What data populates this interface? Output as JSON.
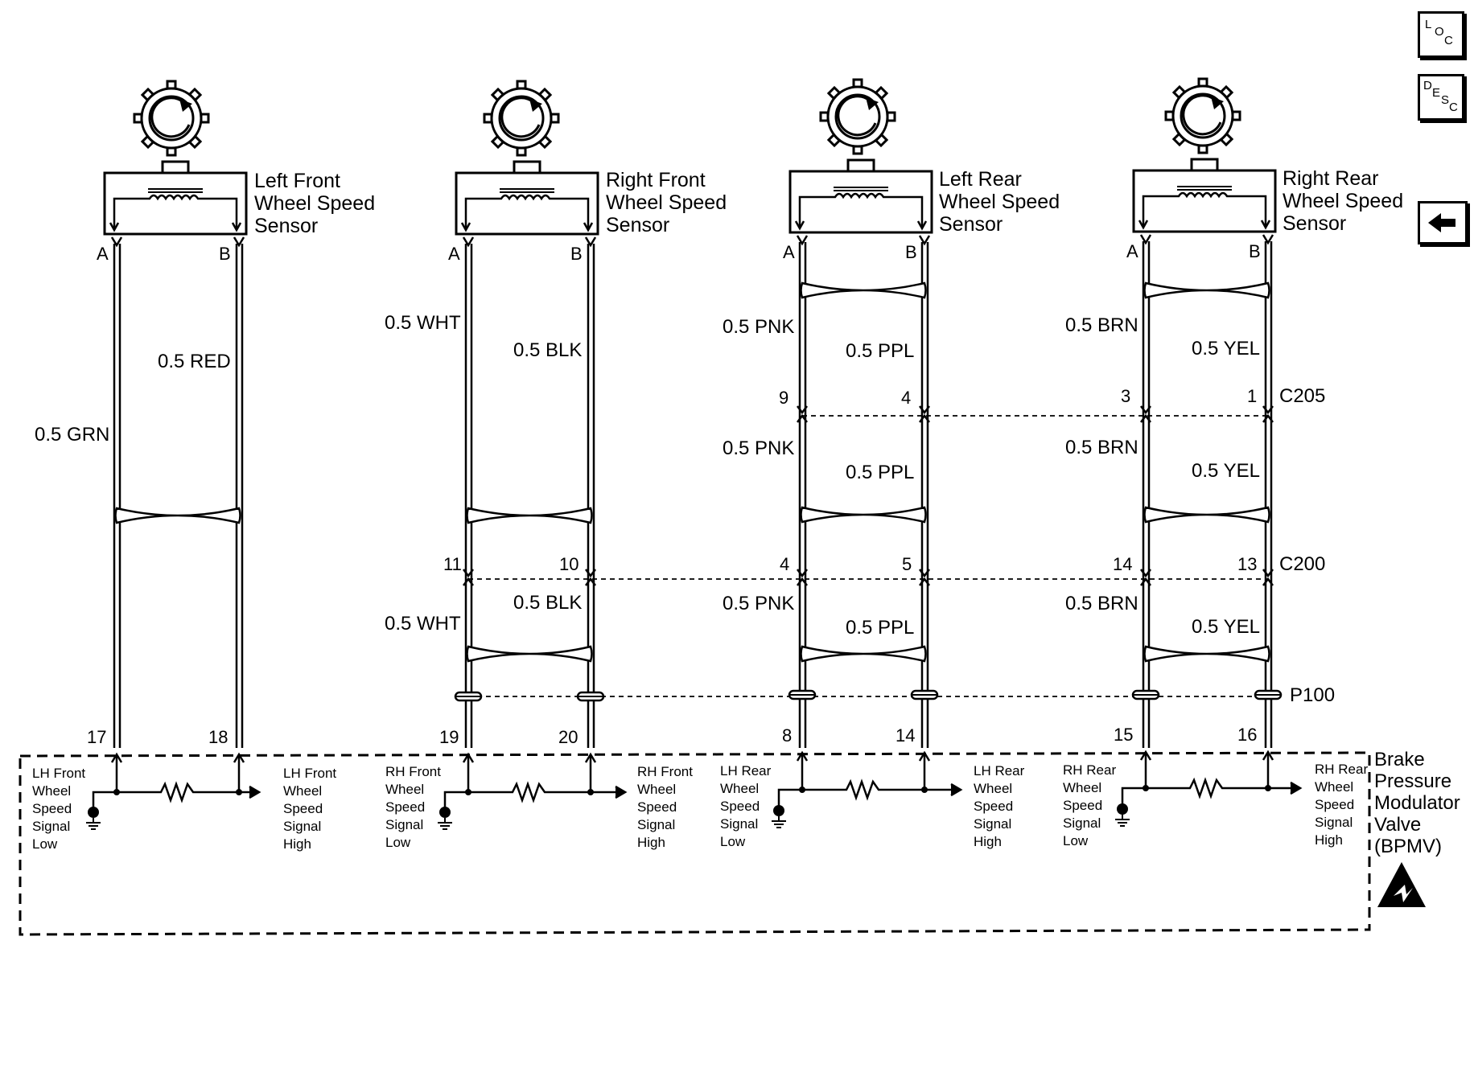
{
  "nav": {
    "loc": [
      "L",
      "O",
      "C"
    ],
    "desc": [
      "D",
      "E",
      "S",
      "C"
    ],
    "back_icon": "left-arrow-icon"
  },
  "sensors": [
    {
      "title": [
        "Left Front",
        "Wheel Speed",
        "Sensor"
      ],
      "term_a": "A",
      "term_b": "B"
    },
    {
      "title": [
        "Right Front",
        "Wheel Speed",
        "Sensor"
      ],
      "term_a": "A",
      "term_b": "B"
    },
    {
      "title": [
        "Left Rear",
        "Wheel Speed",
        "Sensor"
      ],
      "term_a": "A",
      "term_b": "B"
    },
    {
      "title": [
        "Right Rear",
        "Wheel Speed",
        "Sensor"
      ],
      "term_a": "A",
      "term_b": "B"
    }
  ],
  "wires": {
    "lf": {
      "a": "0.5 GRN",
      "b": "0.5 RED"
    },
    "rf": {
      "a_upper": "0.5 WHT",
      "b_upper": "0.5 BLK",
      "a_lower": "0.5 WHT",
      "b_lower": "0.5 BLK"
    },
    "lr": {
      "a_1": "0.5 PNK",
      "b_1": "0.5 PPL",
      "a_2": "0.5 PNK",
      "b_2": "0.5 PPL",
      "a_3": "0.5 PNK",
      "b_3": "0.5 PPL"
    },
    "rr": {
      "a_1": "0.5 BRN",
      "b_1": "0.5 YEL",
      "a_2": "0.5 BRN",
      "b_2": "0.5 YEL",
      "a_3": "0.5 BRN",
      "b_3": "0.5 YEL"
    }
  },
  "connectors": {
    "c205": {
      "name": "C205",
      "pins": [
        "9",
        "4",
        "3",
        "1"
      ]
    },
    "c200": {
      "name": "C200",
      "pins": [
        "11",
        "10",
        "4",
        "5",
        "14",
        "13"
      ]
    },
    "p100": {
      "name": "P100"
    }
  },
  "module": {
    "pins": [
      "17",
      "18",
      "19",
      "20",
      "8",
      "14",
      "15",
      "16"
    ],
    "name": [
      "Brake",
      "Pressure",
      "Modulator",
      "Valve",
      "(BPMV)"
    ],
    "esd_icon": "esd-warning-icon",
    "inputs": [
      {
        "low": [
          "LH Front",
          "Wheel",
          "Speed",
          "Signal",
          "Low"
        ],
        "high": [
          "LH Front",
          "Wheel",
          "Speed",
          "Signal",
          "High"
        ]
      },
      {
        "low": [
          "RH Front",
          "Wheel",
          "Speed",
          "Signal",
          "Low"
        ],
        "high": [
          "RH Front",
          "Wheel",
          "Speed",
          "Signal",
          "High"
        ]
      },
      {
        "low": [
          "LH Rear",
          "Wheel",
          "Speed",
          "Signal",
          "Low"
        ],
        "high": [
          "LH Rear",
          "Wheel",
          "Speed",
          "Signal",
          "High"
        ]
      },
      {
        "low": [
          "RH Rear",
          "Wheel",
          "Speed",
          "Signal",
          "Low"
        ],
        "high": [
          "RH Rear",
          "Wheel",
          "Speed",
          "Signal",
          "High"
        ]
      }
    ]
  }
}
